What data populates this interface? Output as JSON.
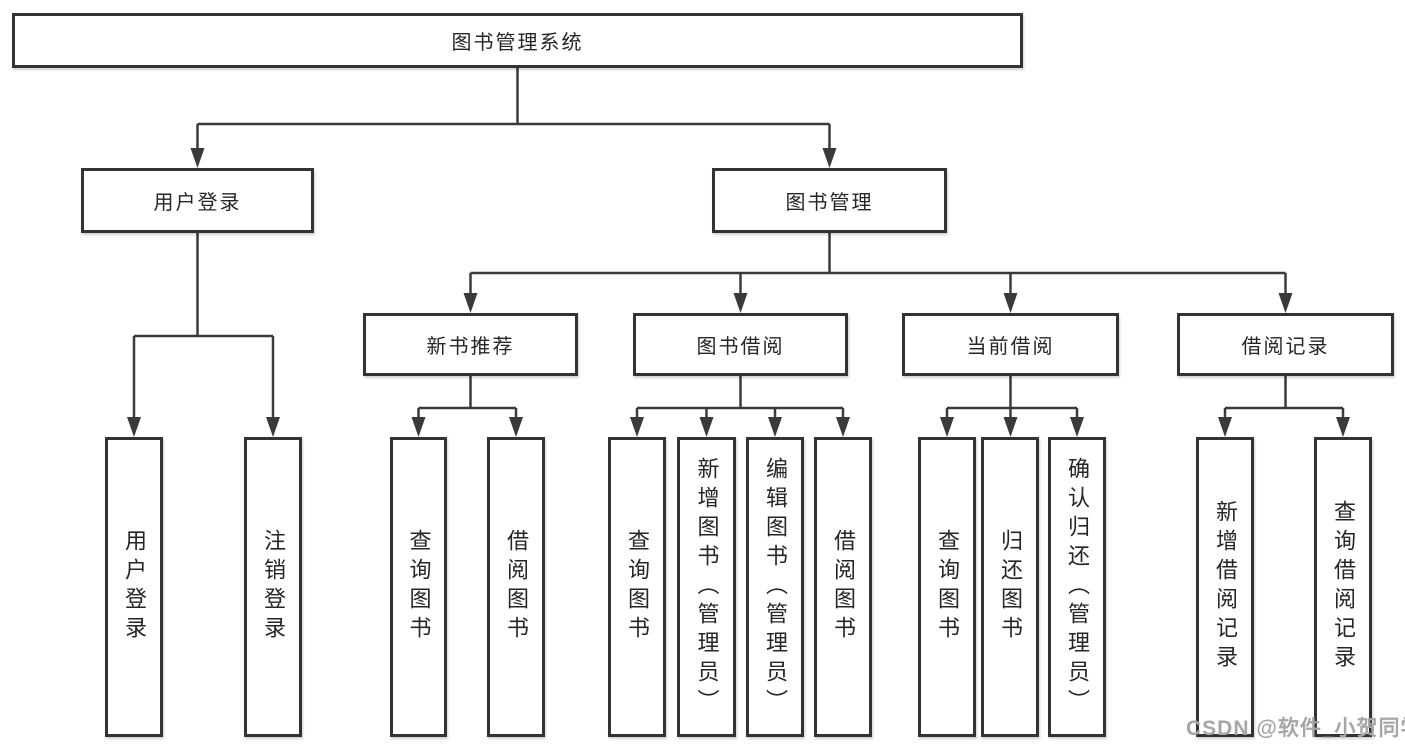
{
  "diagram": {
    "tree": {
      "root": {
        "label": "图书管理系统"
      },
      "branches": [
        {
          "label": "用户登录",
          "children": [
            {
              "label": "用户登录"
            },
            {
              "label": "注销登录"
            }
          ]
        },
        {
          "label": "图书管理",
          "children": [
            {
              "label": "新书推荐",
              "children": [
                {
                  "label": "查询图书"
                },
                {
                  "label": "借阅图书"
                }
              ]
            },
            {
              "label": "图书借阅",
              "children": [
                {
                  "label": "查询图书"
                },
                {
                  "label": "新增图书（管理员）"
                },
                {
                  "label": "编辑图书（管理员）"
                },
                {
                  "label": "借阅图书"
                }
              ]
            },
            {
              "label": "当前借阅",
              "children": [
                {
                  "label": "查询图书"
                },
                {
                  "label": "归还图书"
                },
                {
                  "label": "确认归还（管理员）"
                }
              ]
            },
            {
              "label": "借阅记录",
              "children": [
                {
                  "label": "新增借阅记录"
                },
                {
                  "label": "查询借阅记录"
                }
              ]
            }
          ]
        }
      ]
    },
    "watermark": "CSDN @软件_小贺同学",
    "colors": {
      "line": "#3a3a3a",
      "box_border": "#333333",
      "text": "#262626",
      "watermark": "#a6a6a6",
      "background": "#ffffff"
    }
  }
}
